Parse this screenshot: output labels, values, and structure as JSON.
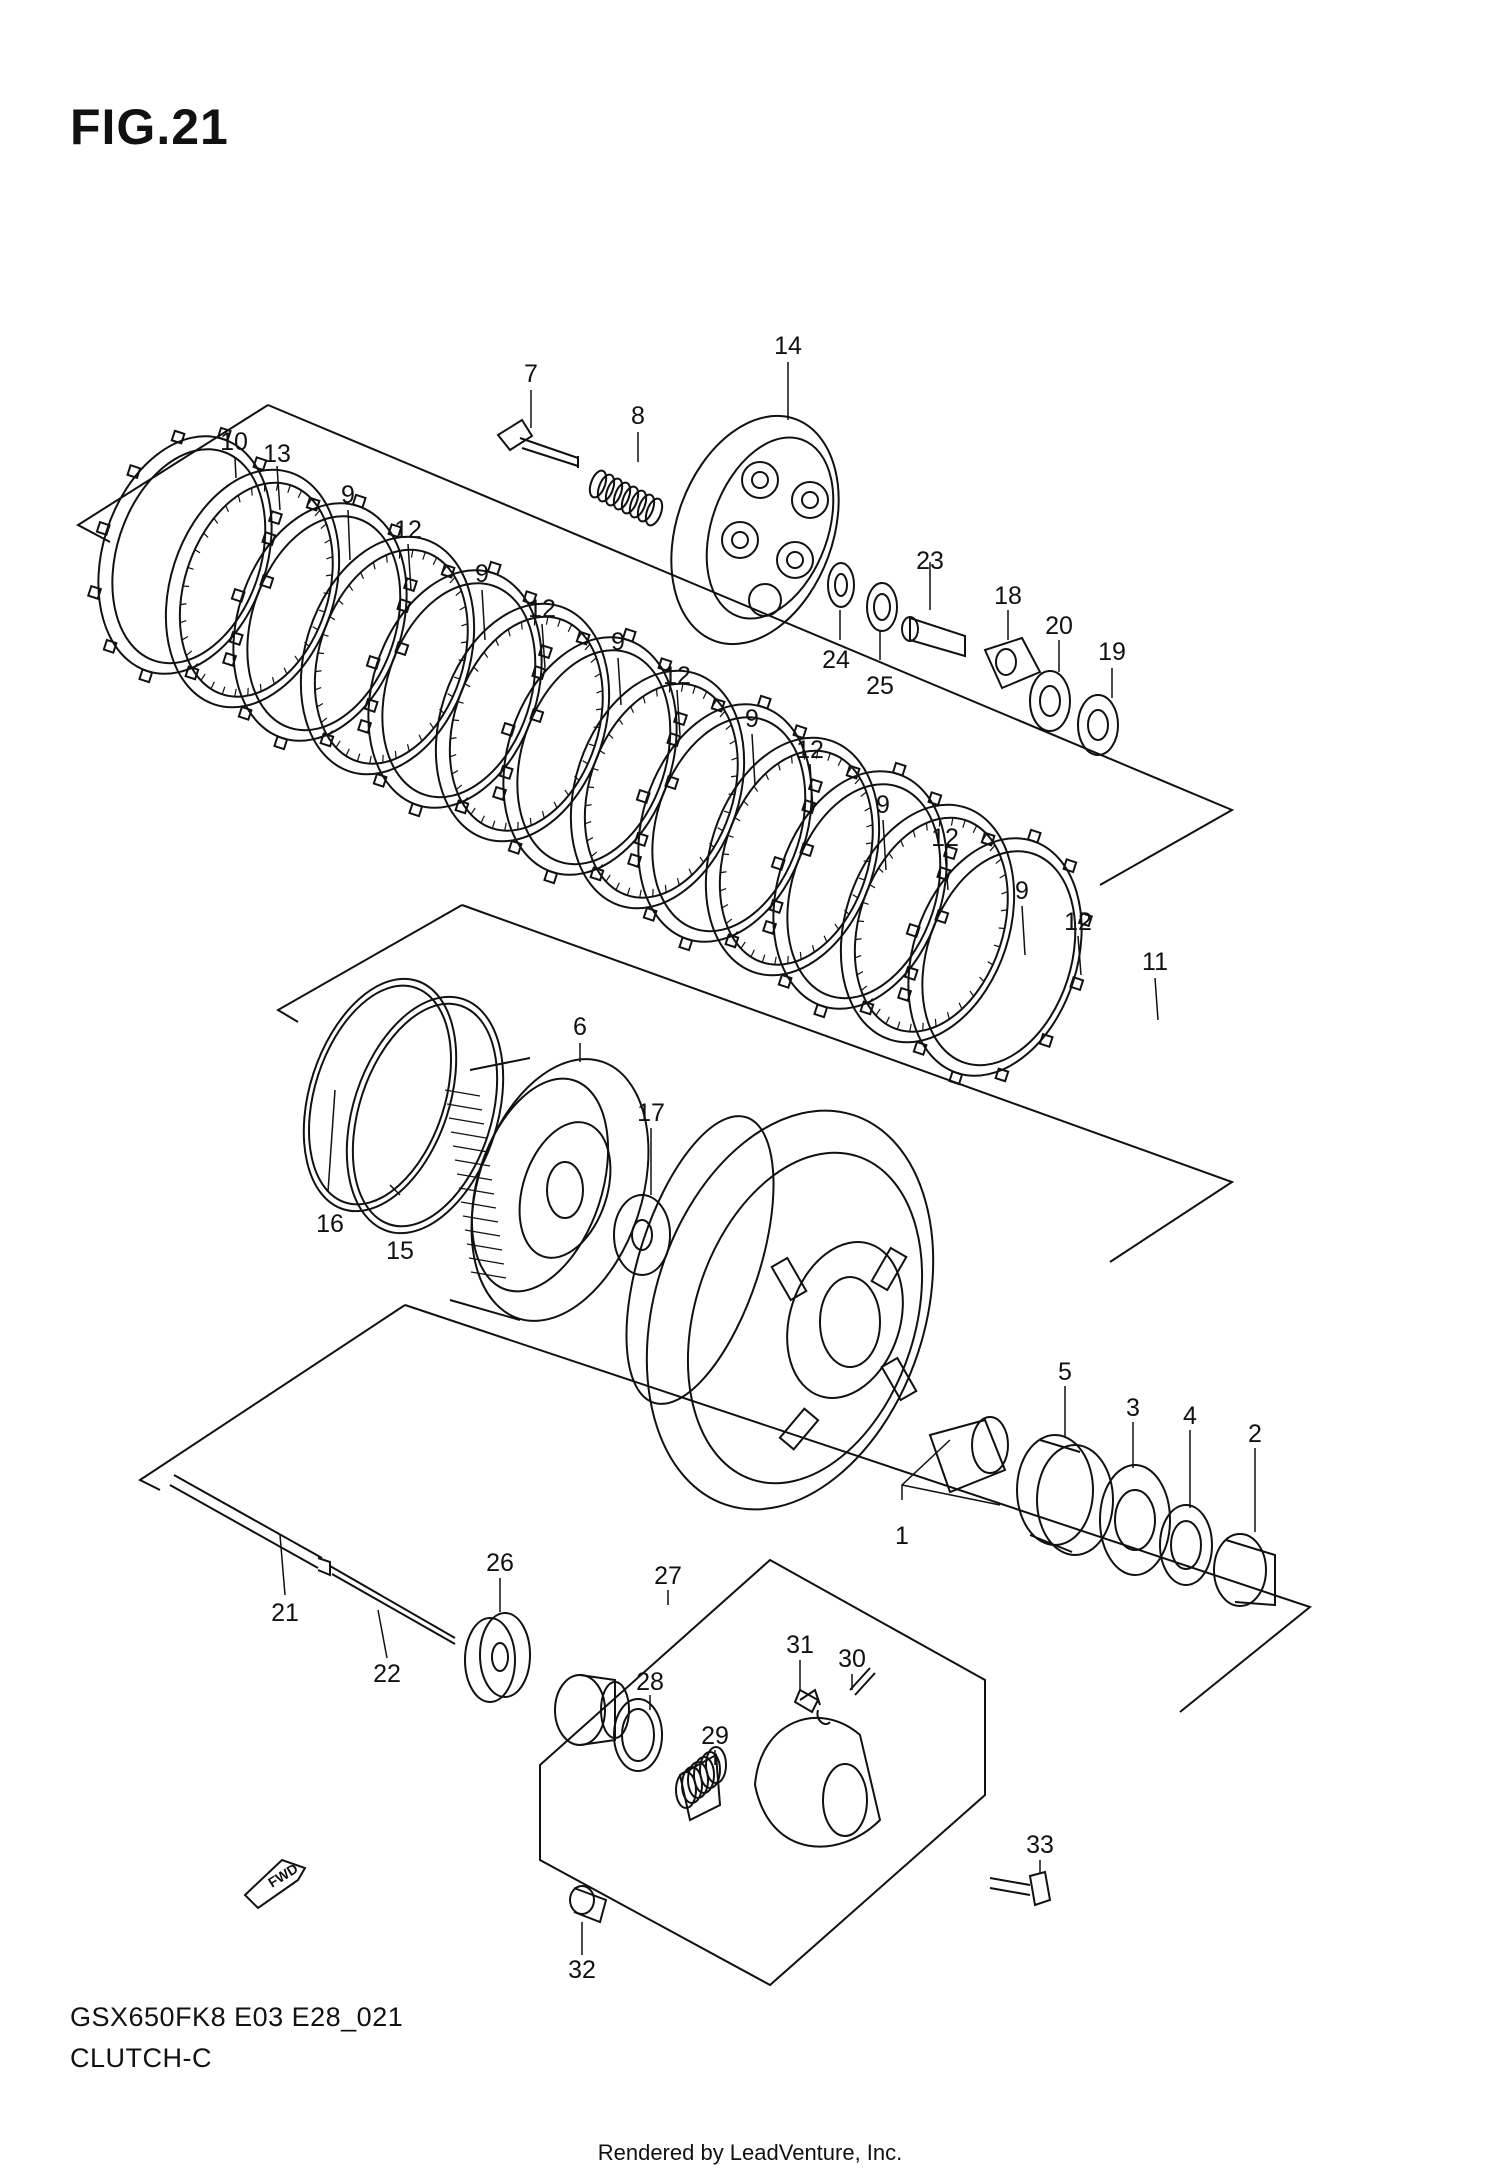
{
  "figure": {
    "title": "FIG.21",
    "model_code": "GSX650FK8 E03 E28_021",
    "group_name": "CLUTCH-C",
    "render_credit": "Rendered by LeadVenture, Inc."
  },
  "direction_marker": {
    "label": "FWD"
  },
  "callouts": [
    {
      "id": "7",
      "label": "7"
    },
    {
      "id": "8",
      "label": "8"
    },
    {
      "id": "14",
      "label": "14"
    },
    {
      "id": "10",
      "label": "10"
    },
    {
      "id": "13",
      "label": "13"
    },
    {
      "id": "9a",
      "label": "9"
    },
    {
      "id": "12a",
      "label": "12"
    },
    {
      "id": "9b",
      "label": "9"
    },
    {
      "id": "12b",
      "label": "12"
    },
    {
      "id": "9c",
      "label": "9"
    },
    {
      "id": "12c",
      "label": "12"
    },
    {
      "id": "9d",
      "label": "9"
    },
    {
      "id": "12d",
      "label": "12"
    },
    {
      "id": "9e",
      "label": "9"
    },
    {
      "id": "12e",
      "label": "12"
    },
    {
      "id": "9f",
      "label": "9"
    },
    {
      "id": "12f",
      "label": "12"
    },
    {
      "id": "11",
      "label": "11"
    },
    {
      "id": "23",
      "label": "23"
    },
    {
      "id": "18",
      "label": "18"
    },
    {
      "id": "20",
      "label": "20"
    },
    {
      "id": "19",
      "label": "19"
    },
    {
      "id": "24",
      "label": "24"
    },
    {
      "id": "25",
      "label": "25"
    },
    {
      "id": "6",
      "label": "6"
    },
    {
      "id": "17",
      "label": "17"
    },
    {
      "id": "16",
      "label": "16"
    },
    {
      "id": "15",
      "label": "15"
    },
    {
      "id": "5",
      "label": "5"
    },
    {
      "id": "3",
      "label": "3"
    },
    {
      "id": "4",
      "label": "4"
    },
    {
      "id": "2",
      "label": "2"
    },
    {
      "id": "1",
      "label": "1"
    },
    {
      "id": "26",
      "label": "26"
    },
    {
      "id": "27",
      "label": "27"
    },
    {
      "id": "21",
      "label": "21"
    },
    {
      "id": "22",
      "label": "22"
    },
    {
      "id": "31",
      "label": "31"
    },
    {
      "id": "30",
      "label": "30"
    },
    {
      "id": "28",
      "label": "28"
    },
    {
      "id": "29",
      "label": "29"
    },
    {
      "id": "33",
      "label": "33"
    },
    {
      "id": "32",
      "label": "32"
    }
  ],
  "colors": {
    "ink": "#111111",
    "paper": "#ffffff"
  }
}
